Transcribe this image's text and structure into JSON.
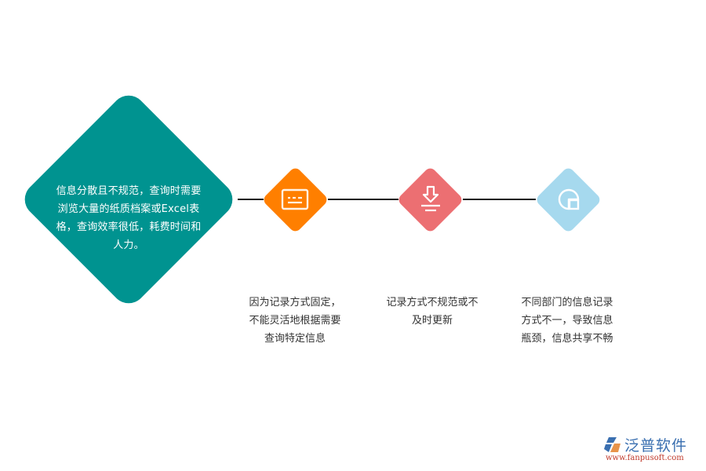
{
  "main_node": {
    "text_lines": [
      "信息分散且不规范，查询时需要",
      "浏览大量的纸质档案或Excel表",
      "格，查询效率很低，耗费时间和",
      "人力。"
    ],
    "color": "#009390"
  },
  "steps": [
    {
      "icon": "id-card-icon",
      "color": "#ff7f00",
      "caption_lines": [
        "因为记录方式固定，",
        "不能灵活地根据需要",
        "查询特定信息"
      ]
    },
    {
      "icon": "download-icon",
      "color": "#ec6f72",
      "caption_lines": [
        "记录方式不规范或不",
        "及时更新"
      ]
    },
    {
      "icon": "chart-pie-icon",
      "color": "#a6d9ee",
      "caption_lines": [
        "不同部门的信息记录",
        "方式不一，导致信息",
        "瓶颈，信息共享不畅"
      ]
    }
  ],
  "logo": {
    "title": "泛普软件",
    "url": "www.fanpusoft.com"
  }
}
